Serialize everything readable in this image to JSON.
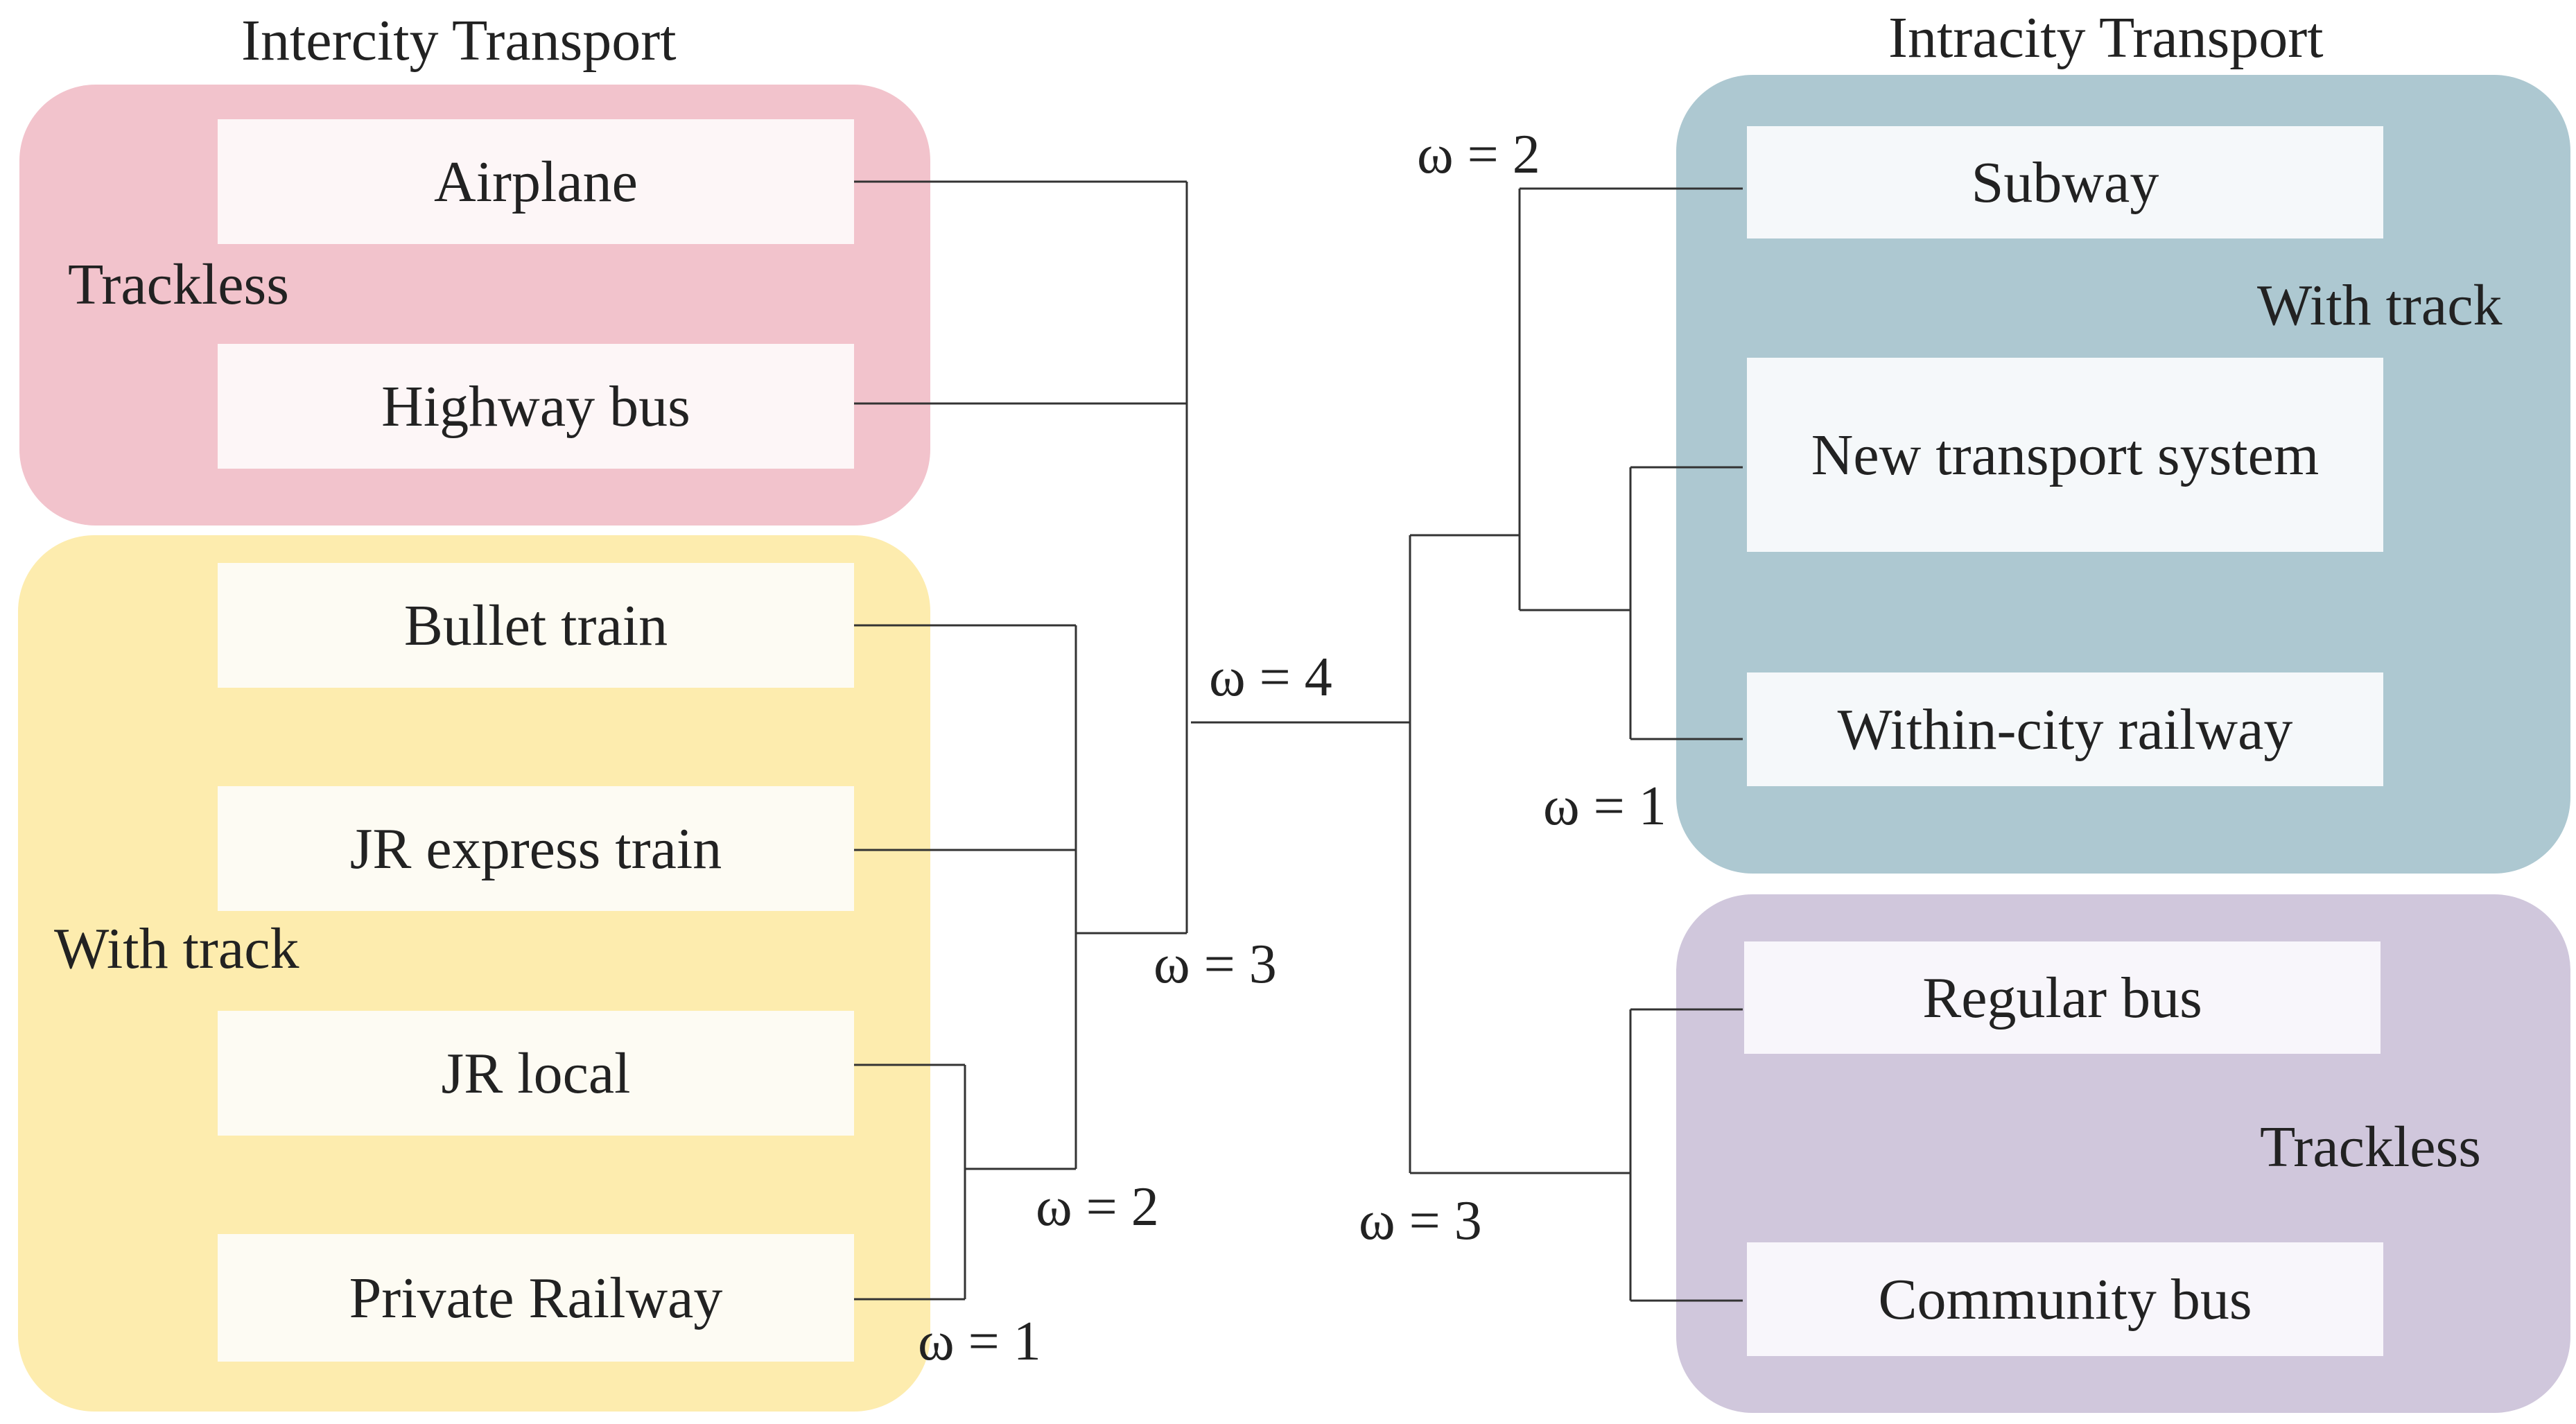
{
  "colors": {
    "pink": "#f2c3cc",
    "yellow": "#fdecae",
    "teal": "#adc8d1",
    "purple": "#d0c7dc",
    "box_pink": "#fdf6f7",
    "box_yellow": "#fdfbf3",
    "box_teal": "#f5f8fa",
    "box_purple": "#f8f6fb",
    "line": "#333333"
  },
  "intercity": {
    "title": "Intercity Transport",
    "trackless": {
      "label": "Trackless",
      "items": [
        "Airplane",
        "Highway bus"
      ]
    },
    "with_track": {
      "label": "With track",
      "items": [
        "Bullet train",
        "JR express train",
        "JR local",
        "Private Railway"
      ]
    }
  },
  "intracity": {
    "title": "Intracity Transport",
    "with_track": {
      "label": "With track",
      "items": [
        "Subway",
        "New transport system",
        "Within-city railway"
      ]
    },
    "trackless": {
      "label": "Trackless",
      "items": [
        "Regular bus",
        "Community bus"
      ]
    }
  },
  "omega": {
    "w1_left": "ω = 1",
    "w2_left": "ω = 2",
    "w3_left": "ω  = 3",
    "w4": "ω = 4",
    "w2_right": "ω = 2",
    "w1_right": "ω = 1",
    "w3_right": "ω = 3"
  }
}
